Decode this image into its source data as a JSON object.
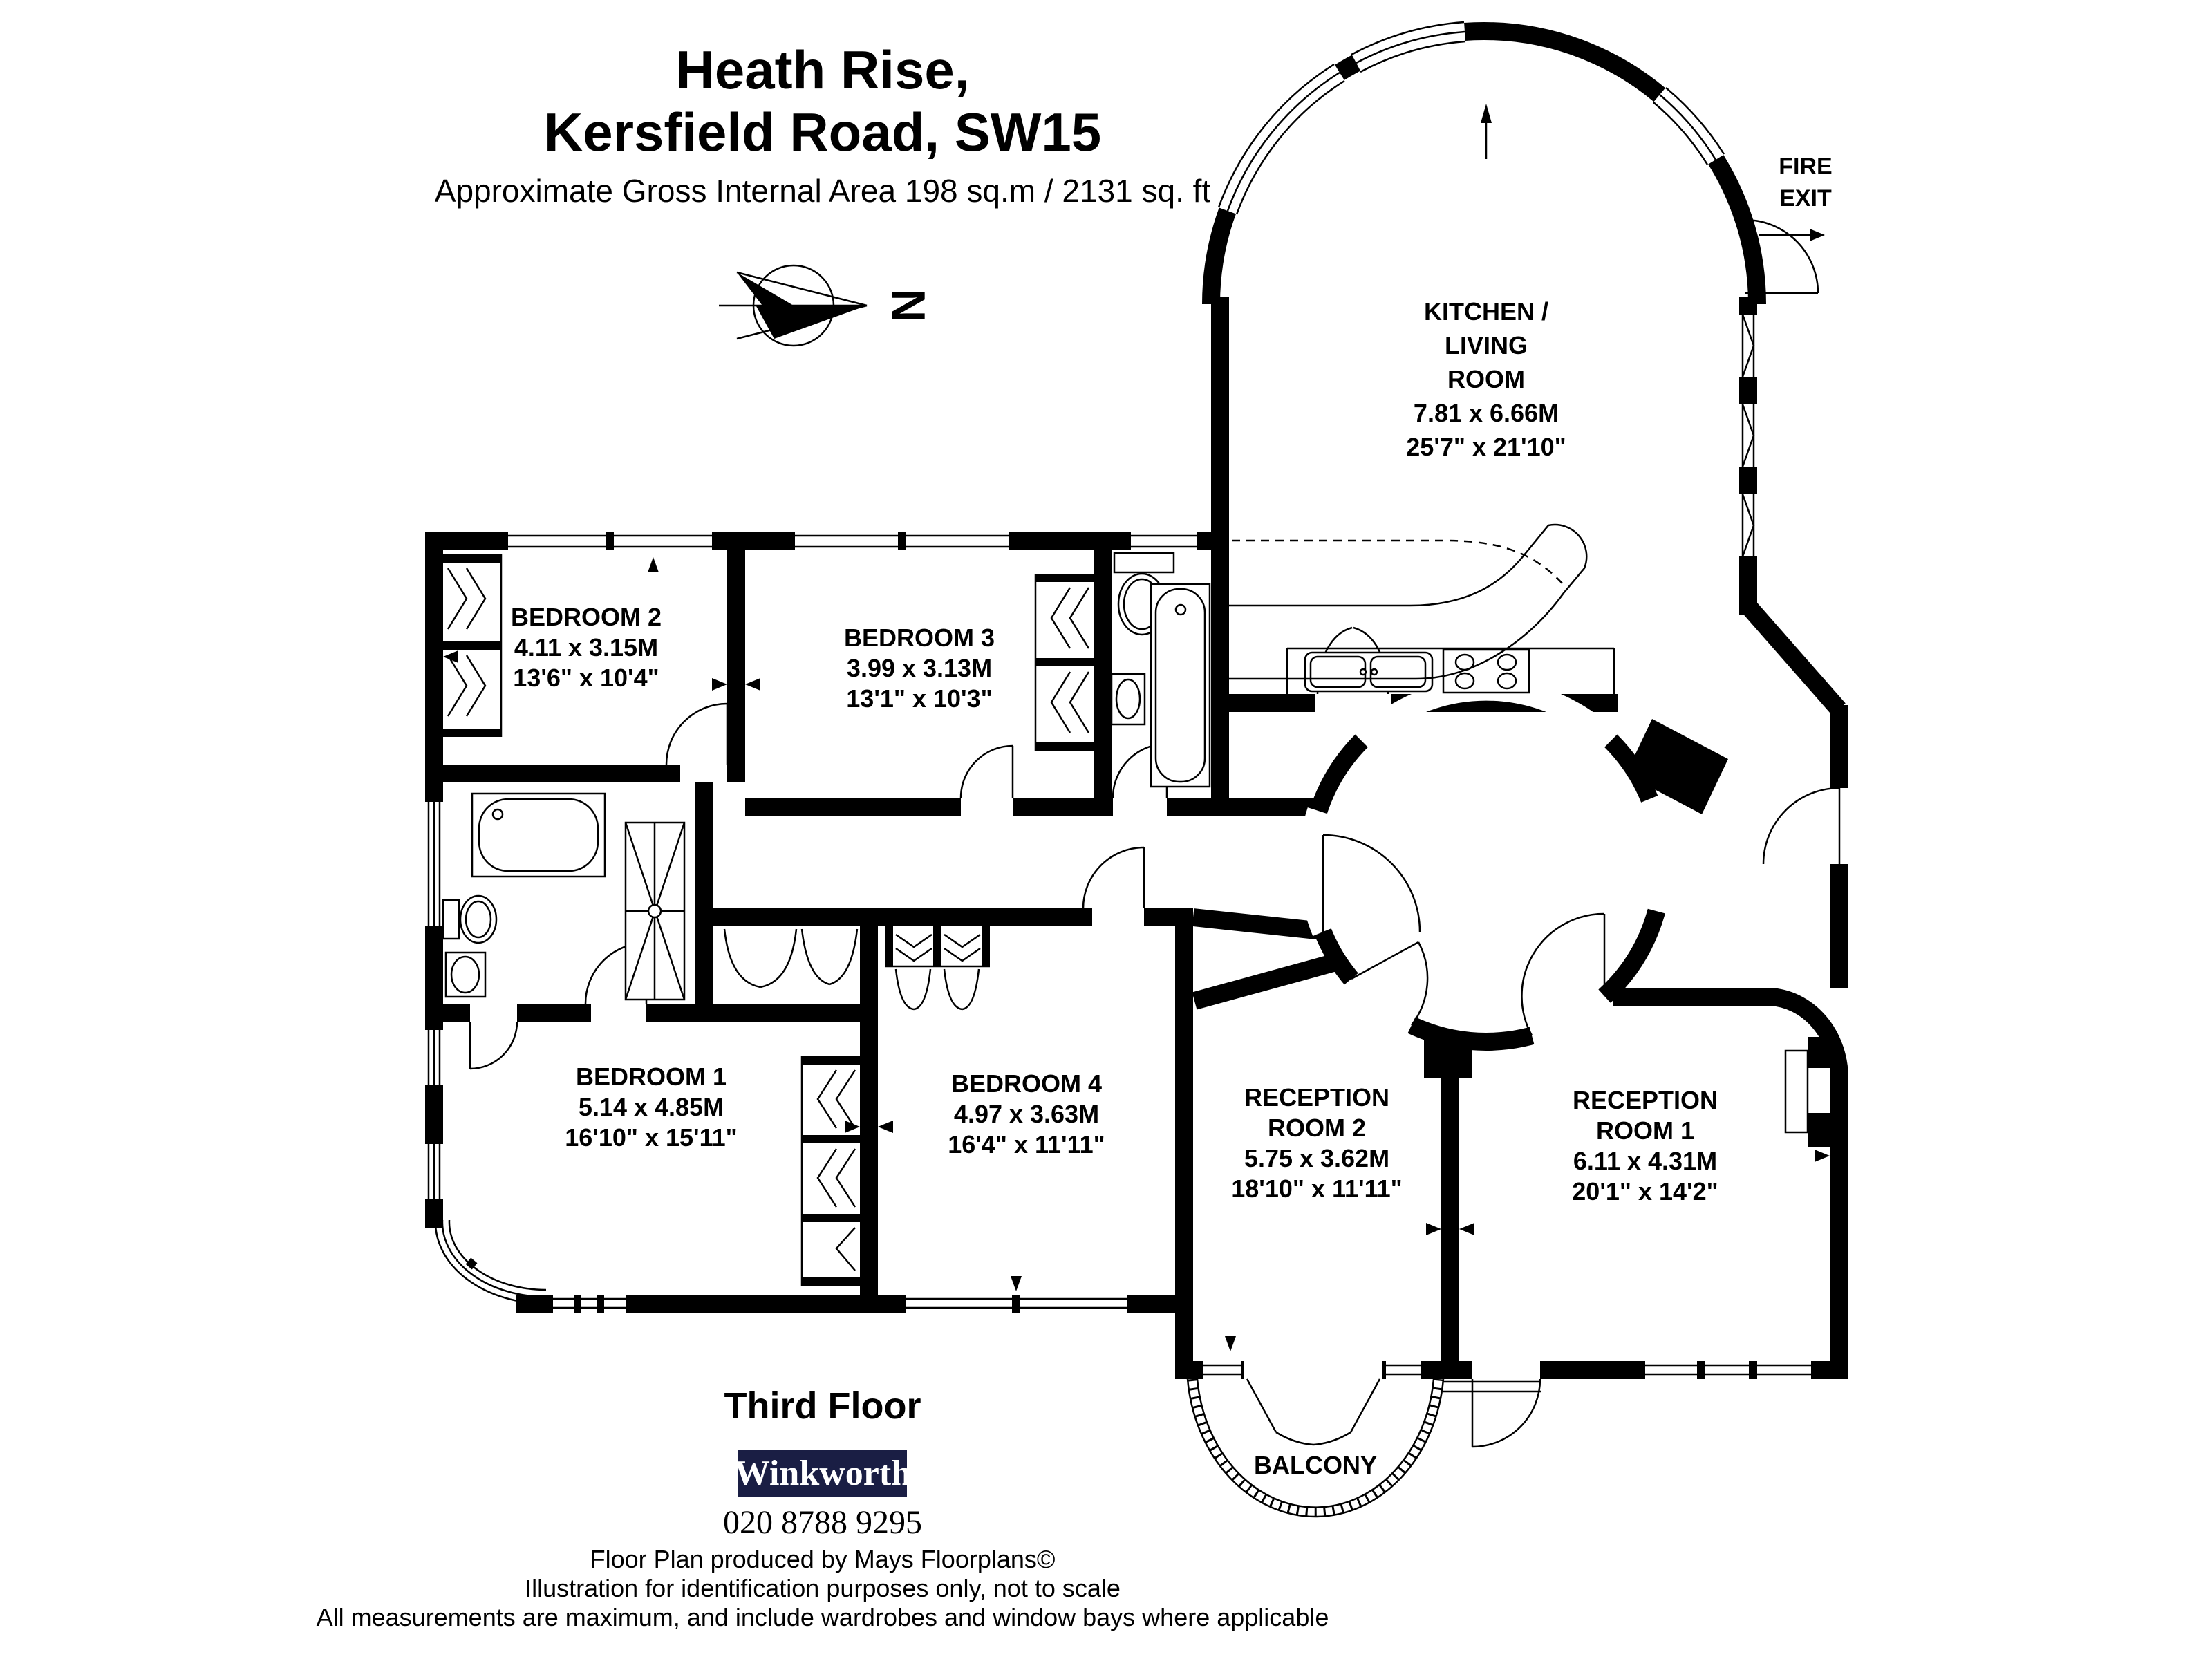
{
  "header": {
    "title_line1": "Heath Rise,",
    "title_line2": "Kersfield Road, SW15",
    "subtitle": "Approximate Gross Internal Area 198 sq.m / 2131 sq. ft"
  },
  "compass": {
    "label": "N"
  },
  "fire_exit": {
    "line1": "FIRE",
    "line2": "EXIT"
  },
  "rooms": {
    "kitchen": {
      "name1": "KITCHEN /",
      "name2": "LIVING",
      "name3": "ROOM",
      "metric": "7.81 x 6.66M",
      "imperial": "25'7\" x 21'10\""
    },
    "bedroom2": {
      "name": "BEDROOM 2",
      "metric": "4.11 x 3.15M",
      "imperial": "13'6\" x 10'4\""
    },
    "bedroom3": {
      "name": "BEDROOM 3",
      "metric": "3.99 x 3.13M",
      "imperial": "13'1\" x 10'3\""
    },
    "bedroom1": {
      "name": "BEDROOM 1",
      "metric": "5.14 x 4.85M",
      "imperial": "16'10\" x 15'11\""
    },
    "bedroom4": {
      "name": "BEDROOM 4",
      "metric": "4.97 x 3.63M",
      "imperial": "16'4\" x 11'11\""
    },
    "reception2": {
      "name1": "RECEPTION",
      "name2": "ROOM 2",
      "metric": "5.75 x 3.62M",
      "imperial": "18'10\" x 11'11\""
    },
    "reception1": {
      "name1": "RECEPTION",
      "name2": "ROOM 1",
      "metric": "6.11 x 4.31M",
      "imperial": "20'1\" x 14'2\""
    },
    "balcony": {
      "name": "BALCONY"
    }
  },
  "floor_label": "Third Floor",
  "agency": {
    "name": "Winkworth",
    "phone": "020 8788 9295",
    "brand_color": "#1a1e44"
  },
  "footer": {
    "line1": "Floor Plan produced by Mays Floorplans©",
    "line2": "Illustration for identification purposes only, not to scale",
    "line3": "All measurements are maximum, and include wardrobes and window bays where applicable"
  }
}
